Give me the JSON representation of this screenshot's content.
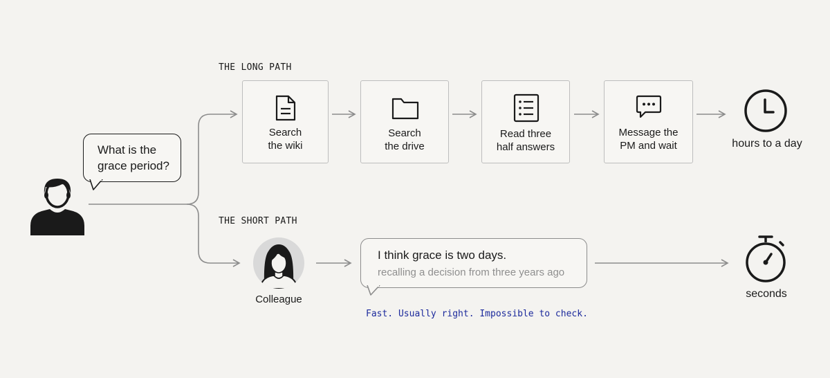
{
  "question": {
    "line1": "What is the",
    "line2": "grace period?"
  },
  "long_path": {
    "label": "THE LONG PATH",
    "steps": [
      {
        "line1": "Search",
        "line2": "the wiki",
        "icon": "document-icon"
      },
      {
        "line1": "Search",
        "line2": "the drive",
        "icon": "folder-icon"
      },
      {
        "line1": "Read three",
        "line2": "half answers",
        "icon": "list-icon"
      },
      {
        "line1": "Message the",
        "line2": "PM and wait",
        "icon": "chat-bubble-icon"
      }
    ],
    "outcome": {
      "label": "hours to a day",
      "icon": "clock-icon"
    }
  },
  "short_path": {
    "label": "THE SHORT PATH",
    "colleague_label": "Colleague",
    "reply_main": "I think grace is two days.",
    "reply_sub": "recalling a decision from three years ago",
    "caption": "Fast. Usually right. Impossible to check.",
    "outcome": {
      "label": "seconds",
      "icon": "stopwatch-icon"
    }
  },
  "colors": {
    "background": "#f4f3f0",
    "ink": "#1a1a1a",
    "connector": "#8c8c8c",
    "caption": "#1c2a9c",
    "muted_text": "#8f8f8f"
  }
}
